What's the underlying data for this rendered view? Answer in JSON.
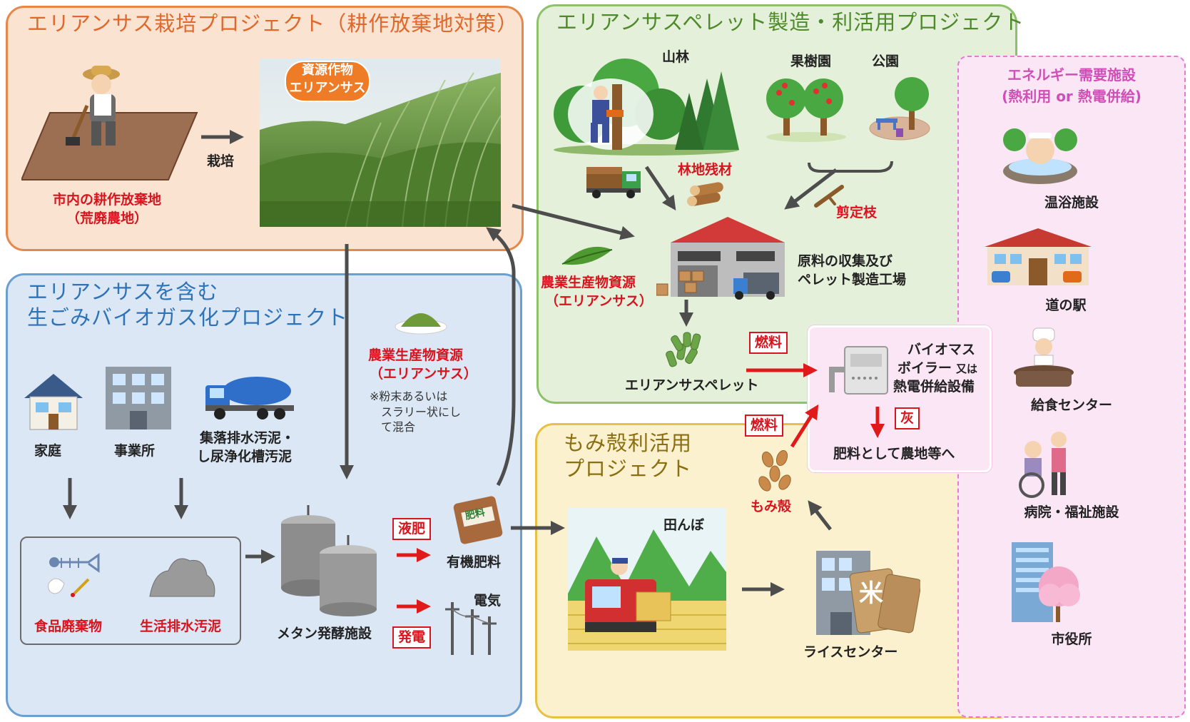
{
  "panels": {
    "cultivation": {
      "title": "エリアンサス栽培プロジェクト（耕作放棄地対策）"
    },
    "pellet": {
      "title": "エリアンサスペレット製造・利活用プロジェクト"
    },
    "biogas": {
      "title_line1": "エリアンサスを含む",
      "title_line2": "生ごみバイオガス化プロジェクト"
    },
    "husk": {
      "title_line1": "もみ殻利活用",
      "title_line2": "プロジェクト"
    },
    "demand": {
      "title_line1": "エネルギー需要施設",
      "title_line2": "(熱利用 or 熱電併給)"
    }
  },
  "cultivation": {
    "farmland_line1": "市内の耕作放棄地",
    "farmland_line2": "（荒廃農地）",
    "arrow_label": "栽培",
    "crop_badge_line1": "資源作物",
    "crop_badge_line2": "エリアンサス"
  },
  "pellet": {
    "forest": "山林",
    "orchard": "果樹園",
    "park": "公園",
    "forest_residue": "林地残材",
    "pruned_branches": "剪定枝",
    "agri_resource_line1": "農業生産物資源",
    "agri_resource_line2": "（エリアンサス）",
    "factory_line1": "原料の収集及び",
    "factory_line2": "ペレット製造工場",
    "pellet_label": "エリアンサスペレット",
    "fuel_tag": "燃料"
  },
  "boiler": {
    "line1": "バイオマス",
    "line2a": "ボイラー",
    "line2b": "又は",
    "line3": "熱電併給設備",
    "ash_tag": "灰",
    "fertilizer_note": "肥料として農地等へ"
  },
  "biogas": {
    "agri_resource_line1": "農業生産物資源",
    "agri_resource_line2": "（エリアンサス）",
    "powder_note": "※粉末あるいは\n　スラリー状にし\n　て混合",
    "home": "家庭",
    "office": "事業所",
    "sludge_line1": "集落排水汚泥・",
    "sludge_line2": "し尿浄化槽汚泥",
    "food_waste": "食品廃棄物",
    "domestic_sludge": "生活排水汚泥",
    "methane": "メタン発酵施設",
    "liquid_fertilizer_tag": "液肥",
    "organic_fertilizer": "有機肥料",
    "fertilizer_bag": "肥料",
    "electricity": "電気",
    "power_tag": "発電"
  },
  "husk": {
    "paddy": "田んぼ",
    "rice_center": "ライスセンター",
    "rice_husk": "もみ殻",
    "fuel_tag": "燃料",
    "rice_bag": "米"
  },
  "demand": {
    "items": [
      "温浴施設",
      "道の駅",
      "給食センター",
      "病院・福祉施設",
      "市役所"
    ]
  },
  "colors": {
    "orange_border": "#e8874a",
    "orange_fill": "#fbe3d2",
    "green_border": "#8dc16a",
    "green_fill": "#e5f0da",
    "blue_border": "#6b9fd2",
    "blue_fill": "#dbe7f4",
    "yellow_border": "#e8c045",
    "yellow_fill": "#fcf1cf",
    "pink_border": "#e67ad0",
    "pink_fill": "#fbe6f6",
    "accent_red": "#d8141e",
    "arrow_gray": "#4d4d4d"
  }
}
